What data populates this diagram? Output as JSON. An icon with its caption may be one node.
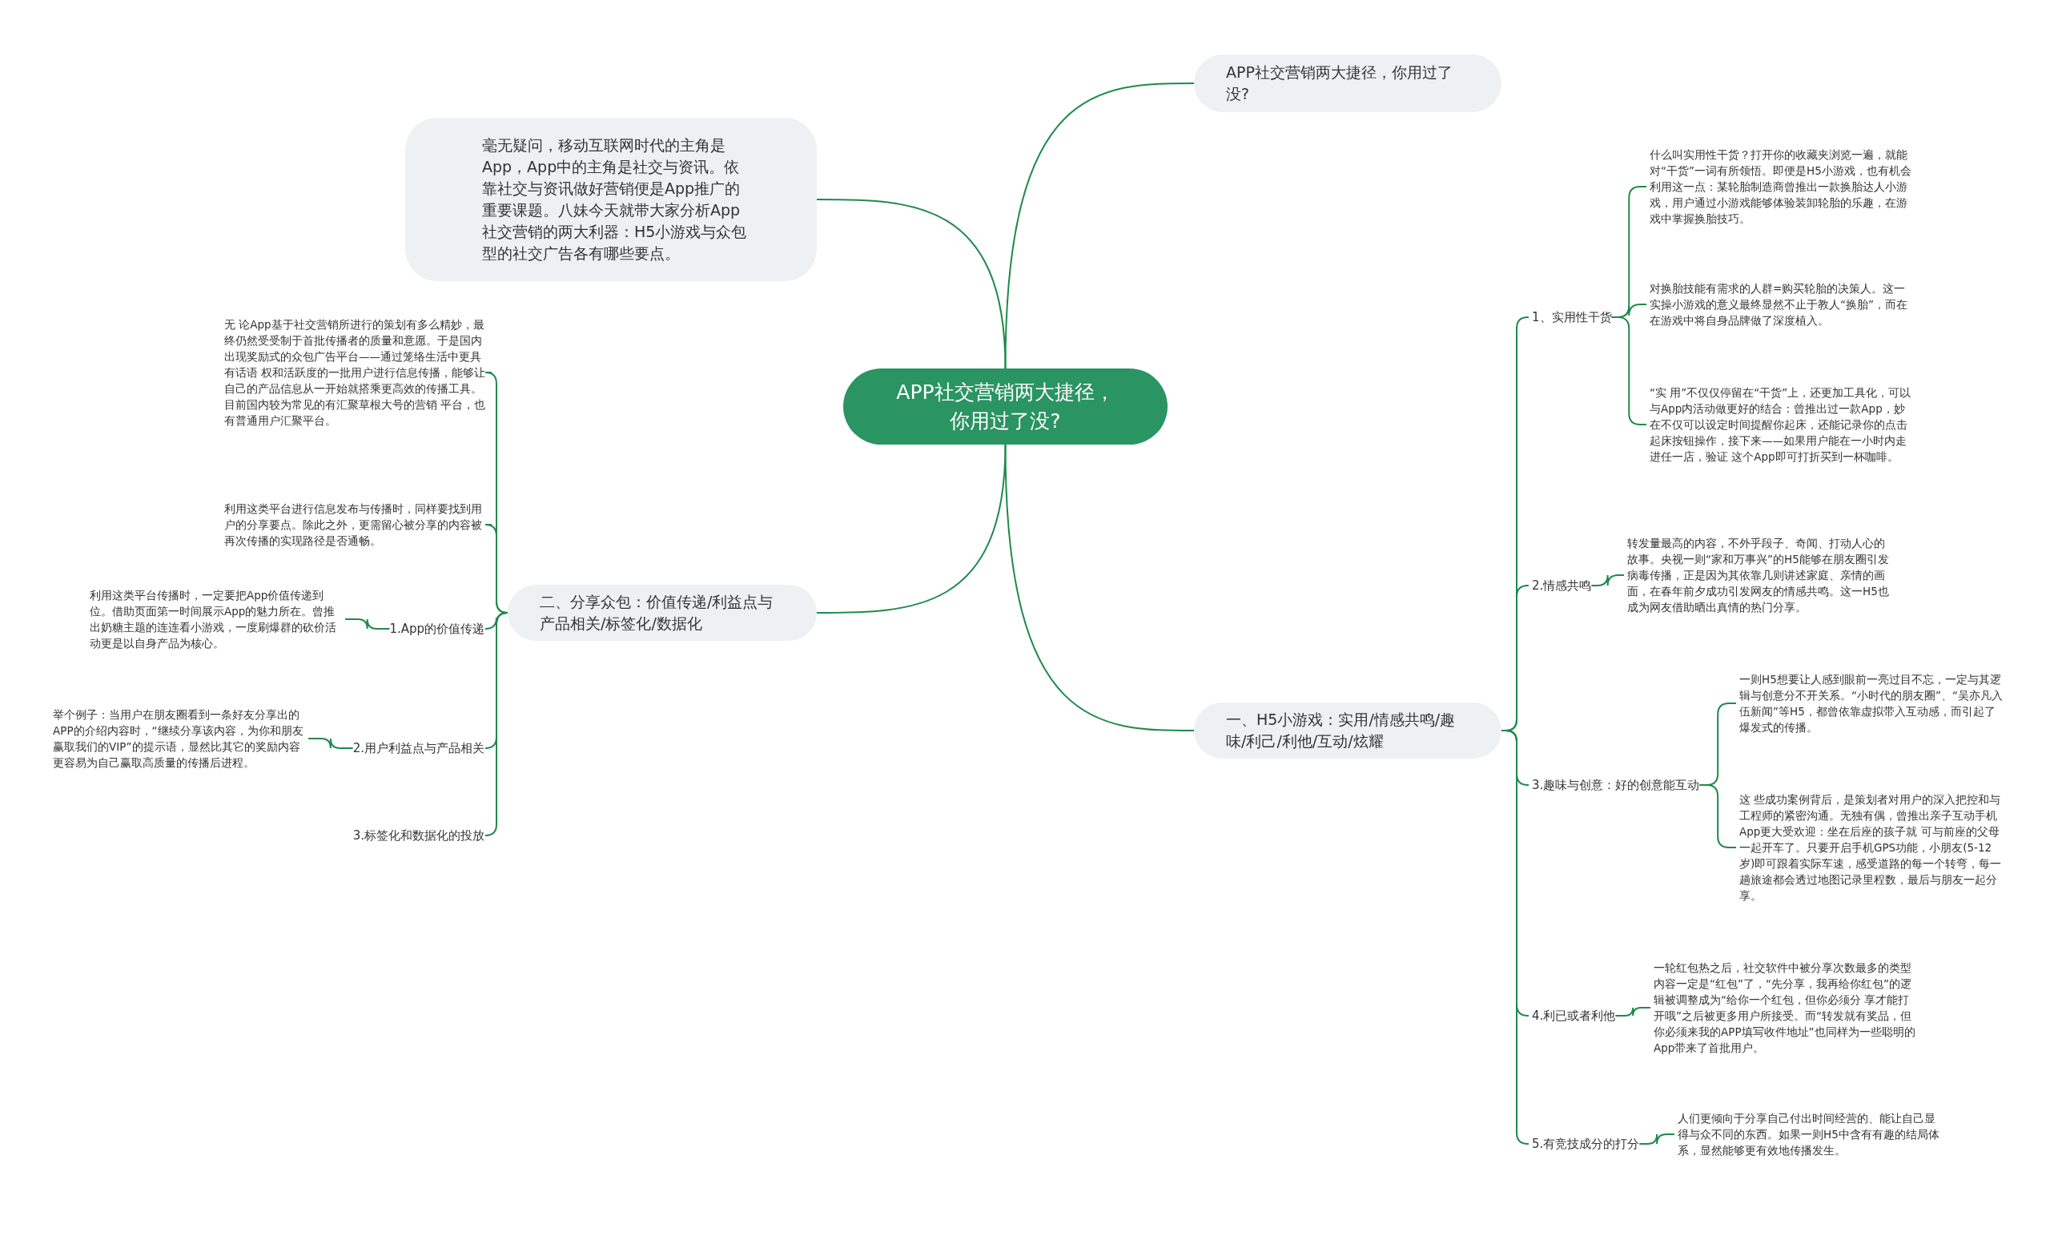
{
  "diagram": {
    "nodes": [
      {
        "text": [
          "APP社交营销两大捷径，你用过了没?"
        ]
      },
      {
        "text": [
          "毫无疑问，移动互联网时代的主角是App，App中的主角是社交与资讯。依靠社交与资讯做好营销便是App推广的重要课题。八妹今天就带大家分析App社交营销的两大利器：H5小游戏与众包型的社交广告各有哪些要点。"
        ]
      },
      {
        "text": [
          "APP社交营销两大捷径，你用过了没?"
        ]
      },
      {
        "text": [
          "二、分享众包：价值传递/利益点与产品相关/标签化/数据化"
        ]
      },
      {
        "text": [
          "一、H5小游戏：实用/情感共鸣/趣味/利己/利他/互动/炫耀"
        ]
      },
      {
        "text": [
          "无 论App基于社交营销所进行的策划有多么精妙，最终仍然受受制于首批传播者的质量和意愿。于是国内出现奖励式的众包广告平台——通过笼络生活中更具有话语 权和活跃度的一批用户进行信息传播，能够让自己的产品信息从一开始就搭乘更高效的传播工具。目前国内较为常见的有汇聚草根大号的营销 平台，也有普通用户汇聚平台。"
        ]
      },
      {
        "text": [
          "利用这类平台进行信息发布与传播时，同样要找到用户的分享要点。除此之外，更需留心被分享的内容被再次传播的实现路径是否通畅。"
        ]
      },
      {
        "text": [
          "1.App的价值传递"
        ]
      },
      {
        "text": [
          "利用这类平台传播时，一定要把App价值传递到位。借助页面第一时间展示App的魅力所在。曾推出奶糖主题的连连看小游戏，一度刷爆群的砍价活动更是以自身产品为核心。"
        ]
      },
      {
        "text": [
          "2.用户利益点与产品相关"
        ]
      },
      {
        "text": [
          "举个例子：当用户在朋友圈看到一条好友分享出的APP的介绍内容时，“继续分享该内容，为你和朋友赢取我们的VIP”的提示语，显然比其它的奖励内容更容易为自己赢取高质量的传播后进程。"
        ]
      },
      {
        "text": [
          "3.标签化和数据化的投放"
        ]
      },
      {
        "text": [
          "1、实用性干货"
        ]
      },
      {
        "text": [
          "什么叫实用性干货？打开你的收藏夹浏览一遍，就能对“干货”一词有所领悟。即便是H5小游戏，也有机会利用这一点：某轮胎制造商曾推出一款换胎达人小游戏，用户通过小游戏能够体验装卸轮胎的乐趣，在游戏中掌握换胎技巧。"
        ]
      },
      {
        "text": [
          "对换胎技能有需求的人群=购买轮胎的决策人。这一实操小游戏的意义最终显然不止于教人“换胎”，而在在游戏中将自身品牌做了深度植入。"
        ]
      },
      {
        "text": [
          "“实 用”不仅仅停留在“干货”上，还更加工具化，可以与App内活动做更好的结合：曾推出过一款App，妙在不仅可以设定时间提醒你起床，还能记录你的点击起床按钮操作，接下来——如果用户能在一小时内走进任一店，验证 这个App即可打折买到一杯咖啡。"
        ]
      },
      {
        "text": [
          "2.情感共鸣"
        ]
      },
      {
        "text": [
          "转发量最高的内容，不外乎段子、奇闻、打动人心的故事。央视一则“家和万事兴”的H5能够在朋友圈引发病毒传播，正是因为其依靠几则讲述家庭、亲情的画面，在春年前夕成功引发网友的情感共鸣。这一H5也成为网友借助晒出真情的热门分享。"
        ]
      },
      {
        "text": [
          "3.趣味与创意：好的创意能互动"
        ]
      },
      {
        "text": [
          "一则H5想要让人感到眼前一亮过目不忘，一定与其逻辑与创意分不开关系。“小时代的朋友圈”、“吴亦凡入伍新闻”等H5，都曾依靠虚拟带入互动感，而引起了爆发式的传播。"
        ]
      },
      {
        "text": [
          "这 些成功案例背后，是策划者对用户的深入把控和与工程师的紧密沟通。无独有偶，曾推出亲子互动手机App更大受欢迎：坐在后座的孩子就 可与前座的父母一起开车了。只要开启手机GPS功能，小朋友(5-12岁)即可跟着实际车速，感受道路的每一个转弯，每一趟旅途都会透过地图记录里程数，最后与朋友一起分享。"
        ]
      },
      {
        "text": [
          "4.利已或者利他"
        ]
      },
      {
        "text": [
          "一轮红包热之后，社交软件中被分享次数最多的类型内容一定是“红包”了，“先分享，我再给你红包”的逻辑被调整成为“给你一个红包，但你必须分 享才能打开哦”之后被更多用户所接受。而“转发就有奖品，但你必须来我的APP填写收件地址”也同样为一些聪明的App带来了首批用户。"
        ]
      },
      {
        "text": [
          "5.有竞技成分的打分"
        ]
      },
      {
        "text": [
          "人们更倾向于分享自己付出时间经营的、能让自己显得与众不同的东西。如果一则H5中含有有趣的结局体系，显然能够更有效地传播发生。"
        ]
      }
    ],
    "edges": [
      {
        "from": 0,
        "to": 1,
        "arrow": "none"
      },
      {
        "from": 0,
        "to": 2,
        "arrow": "none"
      },
      {
        "from": 0,
        "to": 3,
        "arrow": "none"
      },
      {
        "from": 0,
        "to": 4,
        "arrow": "none"
      },
      {
        "from": 3,
        "to": 5,
        "arrow": "none"
      },
      {
        "from": 3,
        "to": 6,
        "arrow": "none"
      },
      {
        "from": 3,
        "to": 7,
        "arrow": "none"
      },
      {
        "from": 3,
        "to": 9,
        "arrow": "none"
      },
      {
        "from": 3,
        "to": 11,
        "arrow": "none"
      },
      {
        "from": 7,
        "to": 8,
        "arrow": "none"
      },
      {
        "from": 9,
        "to": 10,
        "arrow": "none"
      },
      {
        "from": 4,
        "to": 12,
        "arrow": "none"
      },
      {
        "from": 4,
        "to": 16,
        "arrow": "none"
      },
      {
        "from": 4,
        "to": 18,
        "arrow": "none"
      },
      {
        "from": 4,
        "to": 21,
        "arrow": "none"
      },
      {
        "from": 4,
        "to": 23,
        "arrow": "none"
      },
      {
        "from": 12,
        "to": 13,
        "arrow": "none"
      },
      {
        "from": 12,
        "to": 14,
        "arrow": "none"
      },
      {
        "from": 12,
        "to": 15,
        "arrow": "none"
      },
      {
        "from": 16,
        "to": 17,
        "arrow": "none"
      },
      {
        "from": 18,
        "to": 19,
        "arrow": "none"
      },
      {
        "from": 18,
        "to": 20,
        "arrow": "none"
      },
      {
        "from": 21,
        "to": 22,
        "arrow": "none"
      },
      {
        "from": 23,
        "to": 24,
        "arrow": "none"
      }
    ]
  }
}
